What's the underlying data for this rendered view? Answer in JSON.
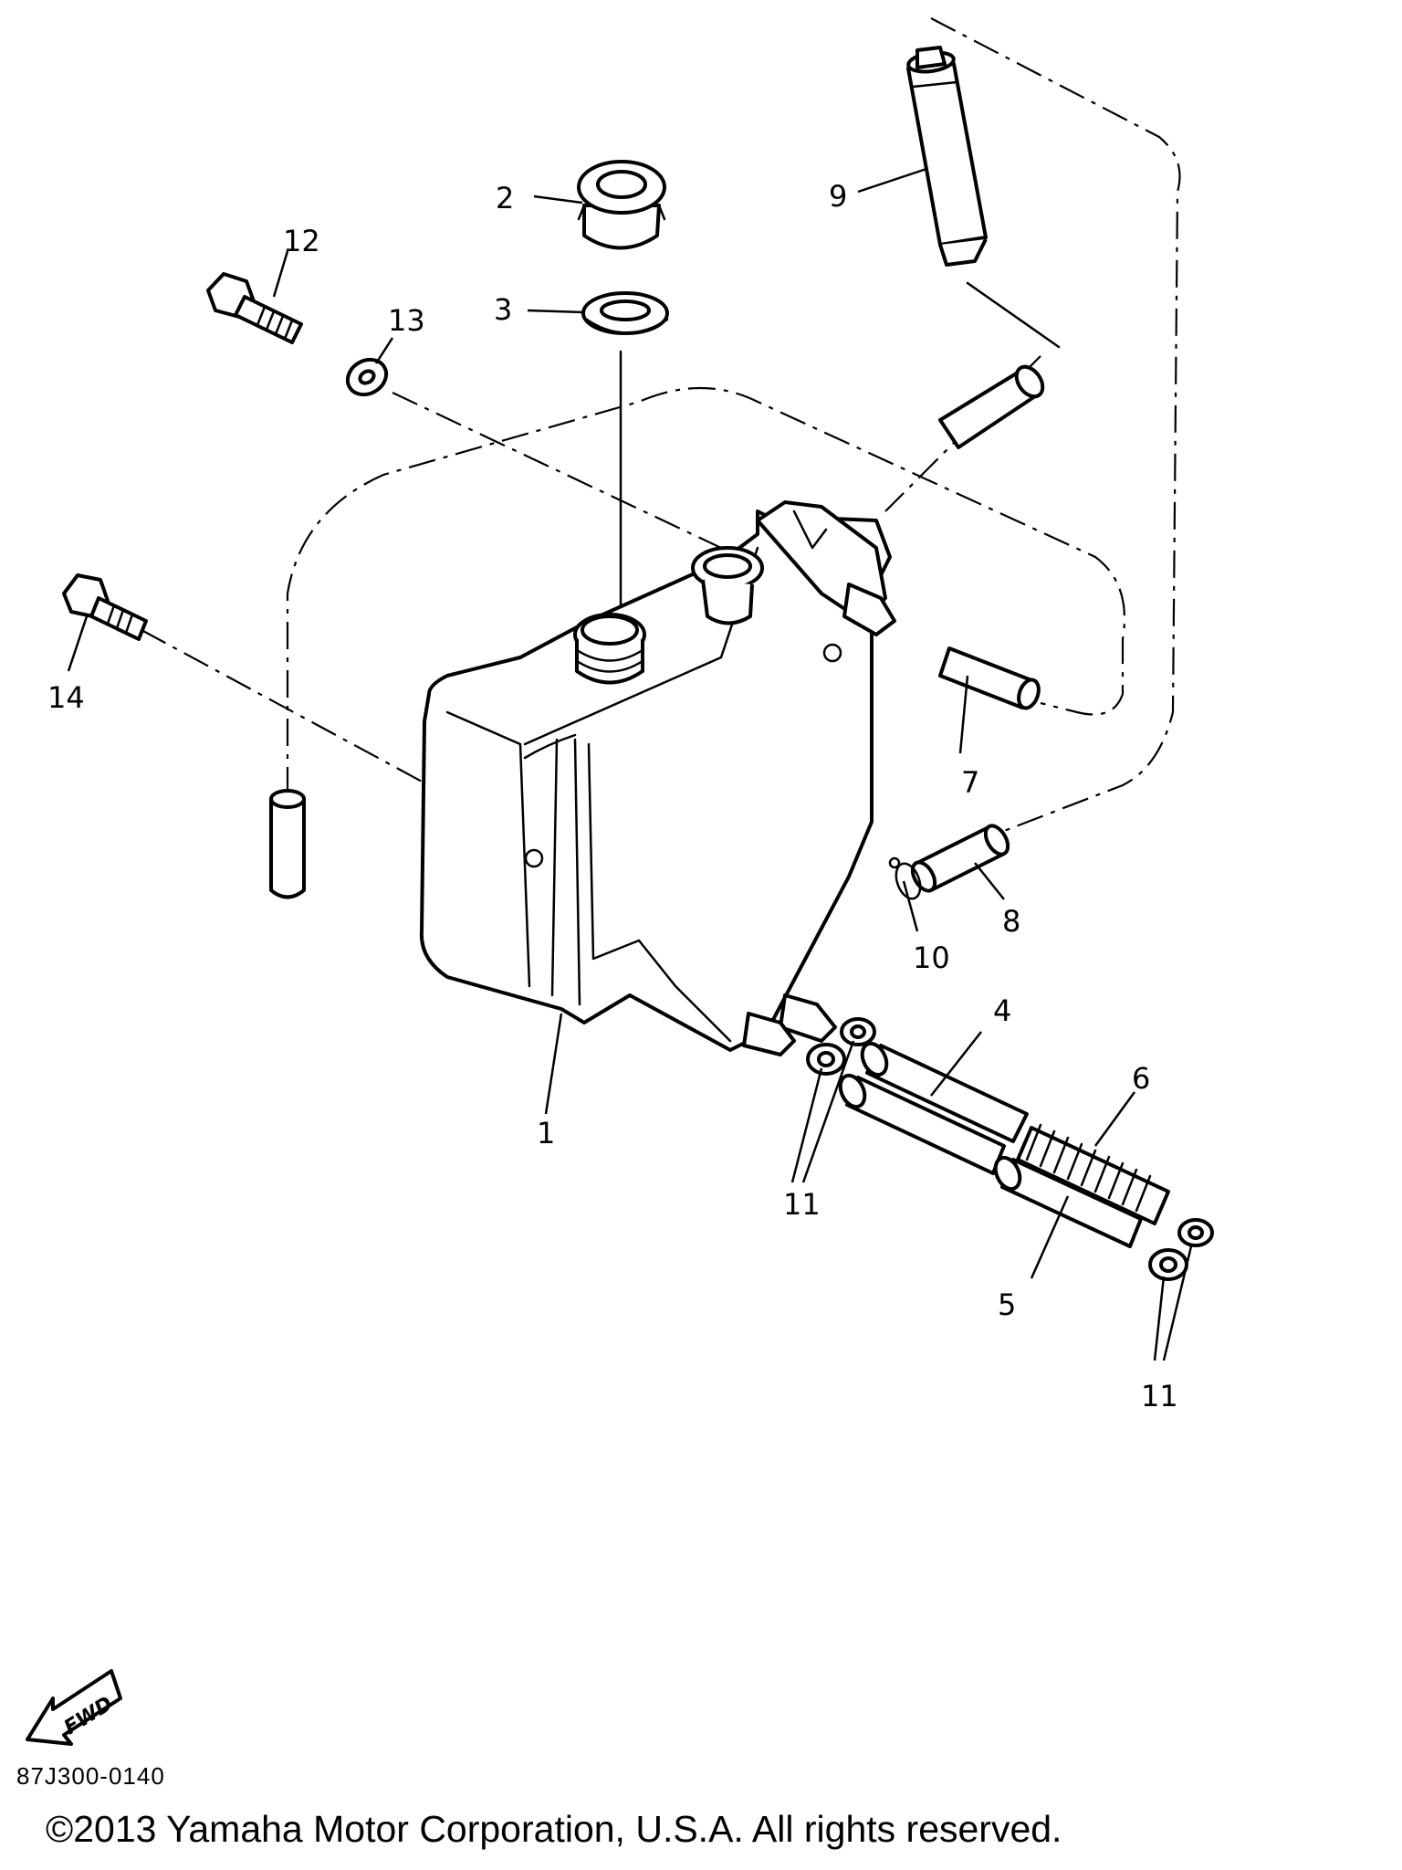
{
  "diagram": {
    "callouts": [
      "1",
      "2",
      "3",
      "4",
      "5",
      "6",
      "7",
      "8",
      "9",
      "10",
      "11",
      "11",
      "12",
      "13",
      "14"
    ],
    "fwd_label": "FWD",
    "part_code": "87J300-0140",
    "copyright": "©2013 Yamaha Motor Corporation, U.S.A. All rights reserved."
  }
}
